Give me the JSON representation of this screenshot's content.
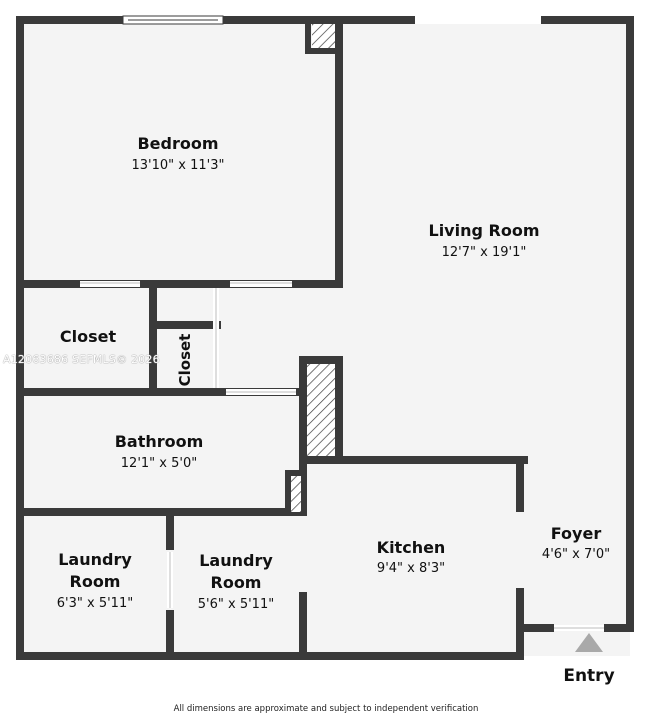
{
  "colors": {
    "wall": "#3a3a3a",
    "floor": "#f4f4f4",
    "window": "#ffffff",
    "arrow": "#a9a9a9"
  },
  "rooms": {
    "bedroom": {
      "name": "Bedroom",
      "dims": "13'10\" x 11'3\""
    },
    "living_room": {
      "name": "Living Room",
      "dims": "12'7\" x 19'1\""
    },
    "closet_left": {
      "name": "Closet"
    },
    "closet_small": {
      "name": "Closet"
    },
    "bathroom": {
      "name": "Bathroom",
      "dims": "12'1\" x 5'0\""
    },
    "laundry_left": {
      "name_line1": "Laundry",
      "name_line2": "Room",
      "dims": "6'3\" x 5'11\""
    },
    "laundry_right": {
      "name_line1": "Laundry",
      "name_line2": "Room",
      "dims": "5'6\" x 5'11\""
    },
    "kitchen": {
      "name": "Kitchen",
      "dims": "9'4\" x 8'3\""
    },
    "foyer": {
      "name": "Foyer",
      "dims": "4'6\" x 7'0\""
    }
  },
  "entry_label": "Entry",
  "watermark": "A12063686  SEFMLS© 2026",
  "disclaimer": "All dimensions are approximate and subject to independent verification"
}
